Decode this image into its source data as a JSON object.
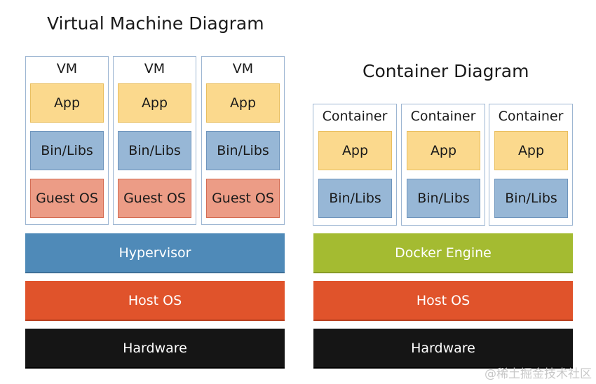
{
  "vm_section": {
    "title": "Virtual Machine Diagram",
    "vms": [
      {
        "label": "VM",
        "app": "App",
        "bin_libs": "Bin/Libs",
        "guest_os": "Guest OS"
      },
      {
        "label": "VM",
        "app": "App",
        "bin_libs": "Bin/Libs",
        "guest_os": "Guest OS"
      },
      {
        "label": "VM",
        "app": "App",
        "bin_libs": "Bin/Libs",
        "guest_os": "Guest OS"
      }
    ],
    "hypervisor": "Hypervisor",
    "host_os": "Host OS",
    "hardware": "Hardware"
  },
  "container_section": {
    "title": "Container Diagram",
    "containers": [
      {
        "label": "Container",
        "app": "App",
        "bin_libs": "Bin/Libs"
      },
      {
        "label": "Container",
        "app": "App",
        "bin_libs": "Bin/Libs"
      },
      {
        "label": "Container",
        "app": "App",
        "bin_libs": "Bin/Libs"
      }
    ],
    "docker_engine": "Docker Engine",
    "host_os": "Host OS",
    "hardware": "Hardware"
  },
  "watermark": "@稀土掘金技术社区",
  "colors": {
    "app": "#fbd98d",
    "bin_libs": "#97b7d6",
    "guest_os": "#ec9c86",
    "hypervisor": "#4f8ab8",
    "docker_engine": "#a4bb31",
    "host_os": "#e0532b",
    "hardware": "#151515"
  }
}
